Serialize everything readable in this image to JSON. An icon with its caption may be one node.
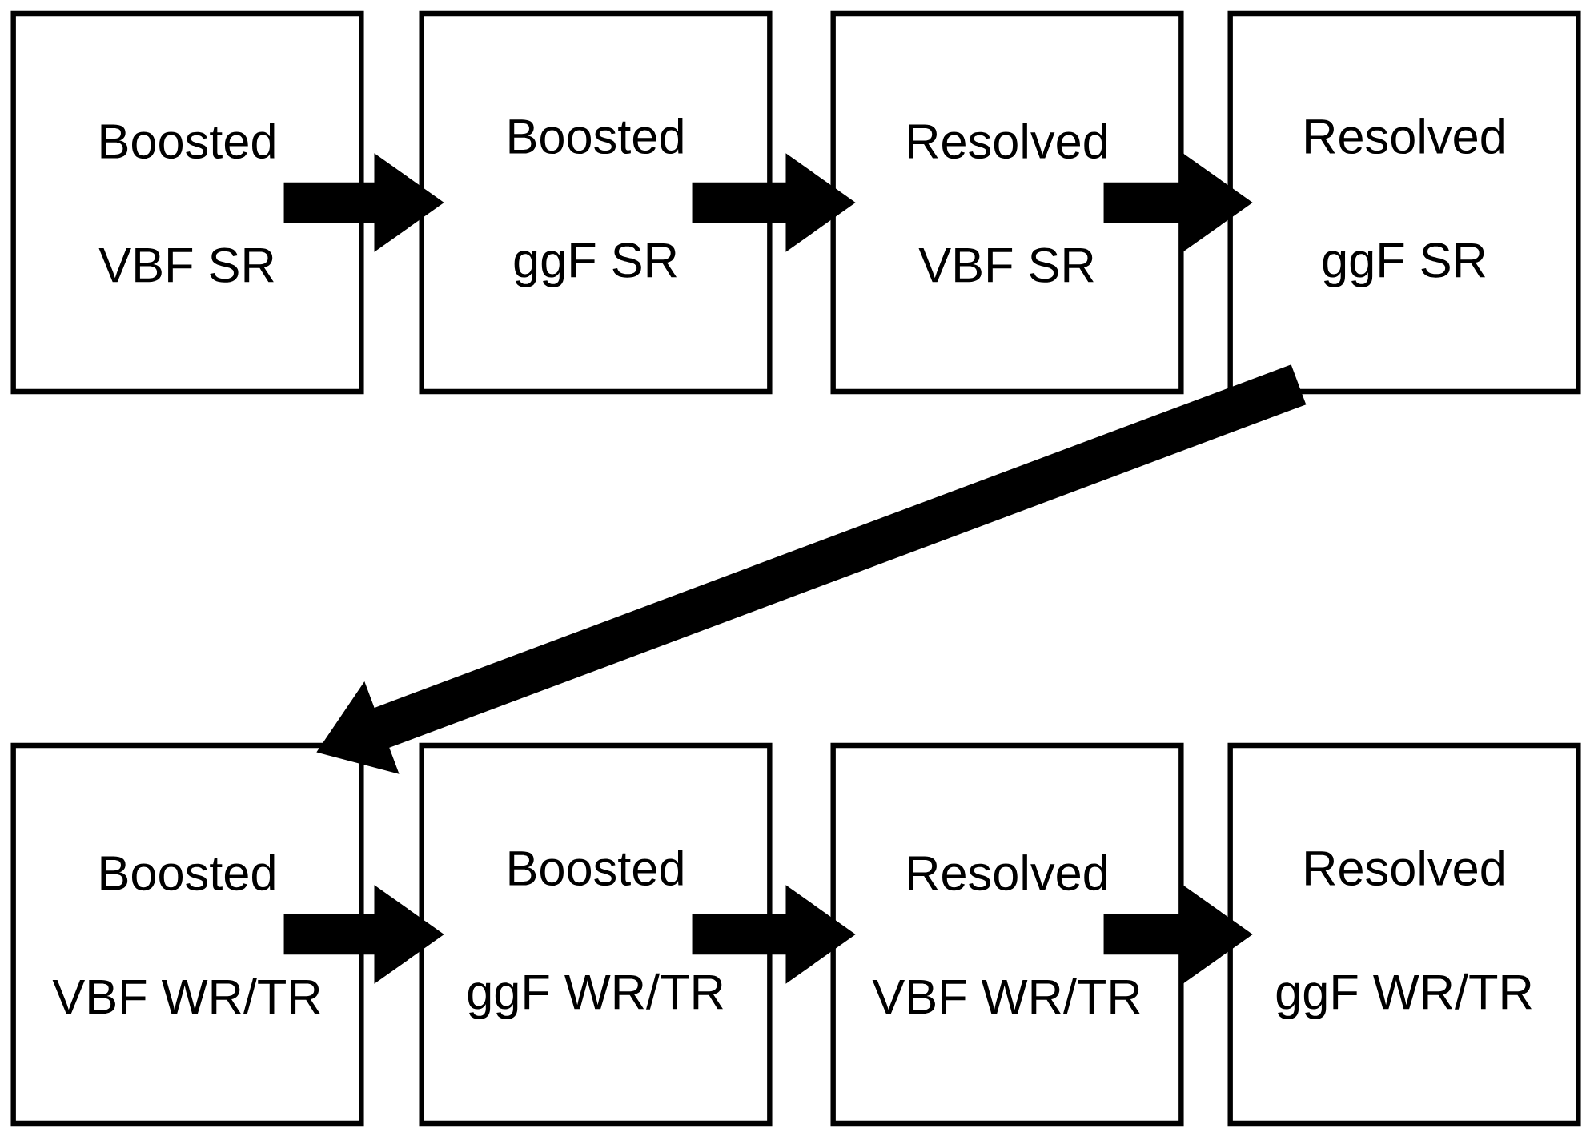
{
  "diagram": {
    "nodes": [
      {
        "text": [
          "Boosted",
          "VBF SR"
        ]
      },
      {
        "text": [
          "Boosted",
          "ggF SR"
        ]
      },
      {
        "text": [
          "Resolved",
          "VBF SR"
        ]
      },
      {
        "text": [
          "Resolved",
          "ggF SR"
        ]
      },
      {
        "text": [
          "Boosted",
          "VBF WR/TR"
        ]
      },
      {
        "text": [
          "Boosted",
          "ggF WR/TR"
        ]
      },
      {
        "text": [
          "Resolved",
          "VBF WR/TR"
        ]
      },
      {
        "text": [
          "Resolved",
          "ggF WR/TR"
        ]
      }
    ],
    "edges": [
      {
        "from": 0,
        "to": 1,
        "arrow": "to"
      },
      {
        "from": 1,
        "to": 2,
        "arrow": "to"
      },
      {
        "from": 2,
        "to": 3,
        "arrow": "to"
      },
      {
        "from": 3,
        "to": 4,
        "arrow": "to"
      },
      {
        "from": 4,
        "to": 5,
        "arrow": "to"
      },
      {
        "from": 5,
        "to": 6,
        "arrow": "to"
      },
      {
        "from": 6,
        "to": 7,
        "arrow": "to"
      }
    ]
  }
}
